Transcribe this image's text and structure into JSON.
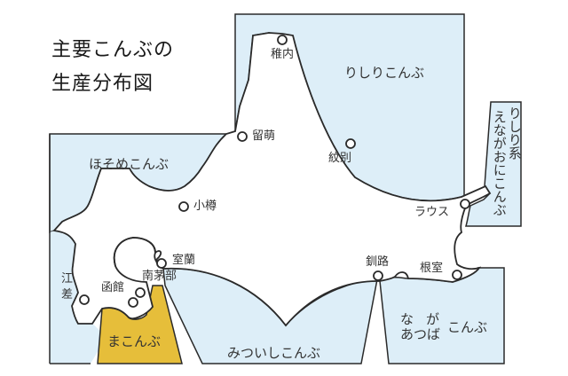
{
  "title": {
    "line1": "主要こんぶの",
    "line2": "生産分布図"
  },
  "colors": {
    "sea_blue": "#ddeef8",
    "makonbu_yellow": "#e6be3a",
    "outline": "#2a2a2a",
    "land": "#ffffff"
  },
  "regions": {
    "rishiri": "りしりこんぶ",
    "hosome": "ほそめこんぶ",
    "rishiri_kei_line1": "りしり系",
    "rishiri_kei_line2": "えながおにこんぶ",
    "makonbu": "まこんぶ",
    "mitsuishi": "みついしこんぶ",
    "naga_top": "なが",
    "atsuba": "あつば",
    "naga_atsuba_suffix": "こんぶ"
  },
  "cities": {
    "wakkanai": "稚内",
    "rumoi": "留萌",
    "monbetsu": "紋別",
    "otaru": "小樽",
    "rausu": "ラウス",
    "muroran": "室蘭",
    "minamikayabe": "南茅部",
    "hakodate": "函館",
    "esashi_1": "江",
    "esashi_2": "差",
    "kushiro": "釧路",
    "nemuro": "根室"
  }
}
